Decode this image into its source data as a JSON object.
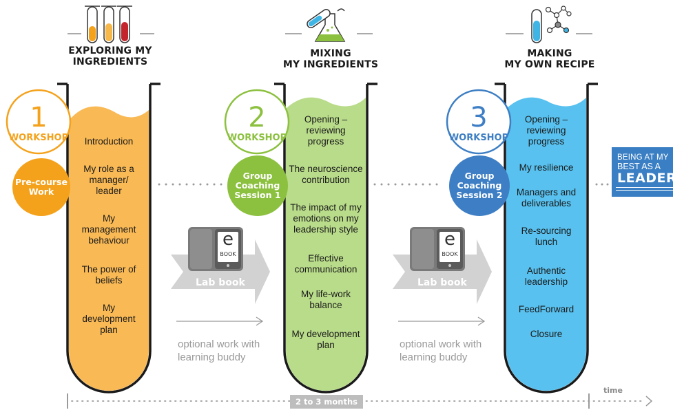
{
  "stages": [
    {
      "title_line1": "EXPLORING MY",
      "title_line2": "INGREDIENTS"
    },
    {
      "title_line1": "MIXING",
      "title_line2": "MY INGREDIENTS"
    },
    {
      "title_line1": "MAKING",
      "title_line2": "MY OWN RECIPE"
    }
  ],
  "workshops": [
    {
      "number": "1",
      "label": "WORKSHOP",
      "badge": "Pre-course Work",
      "color": "#f4a21c"
    },
    {
      "number": "2",
      "label": "WORKSHOP",
      "badge": "Group Coaching Session 1",
      "color": "#8cc03f"
    },
    {
      "number": "3",
      "label": "WORKSHOP",
      "badge": "Group Coaching Session 2",
      "color": "#3d7ec4"
    }
  ],
  "tube1_items": [
    "Introduction",
    "My role as a manager/ leader",
    "My management behaviour",
    "The power of beliefs",
    "My development plan"
  ],
  "tube2_items": [
    "Opening – reviewing progress",
    "The neuroscience contribution",
    "The impact of my emotions on my leadership style",
    "Effective communication",
    "My life-work balance",
    "My development plan"
  ],
  "tube3_items": [
    "Opening – reviewing progress",
    "My resilience",
    "Managers and deliverables",
    "Re-sourcing lunch",
    "Authentic leadership",
    "FeedForward",
    "Closure"
  ],
  "ebook": {
    "top": "e",
    "bottom": "BOOK"
  },
  "lab_book_label": "Lab book",
  "optional_text": "optional work with learning buddy",
  "timeline": {
    "duration": "2 to 3 months",
    "axis_label": "time"
  },
  "result": {
    "line1": "BEING AT MY",
    "line2": "BEST AS A",
    "line3": "LEADER"
  },
  "colors": {
    "orange": "#f9b955",
    "green": "#b9dc8a",
    "blue": "#58c1ef",
    "tube_outline": "#1a1a1a",
    "grey": "#cfcfcf"
  }
}
